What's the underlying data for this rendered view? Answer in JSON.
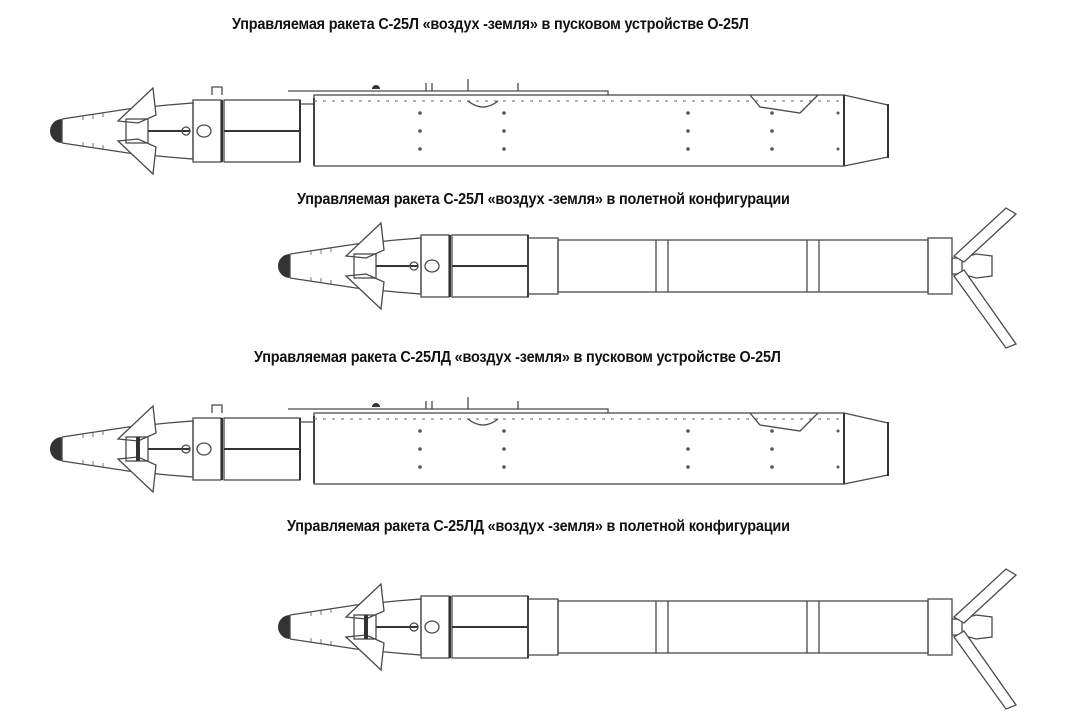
{
  "figure": {
    "panels": [
      {
        "id": "s25l-launcher",
        "caption": "Управляемая ракета С-25Л «воздух -земля» в пусковом устройстве О-25Л",
        "missile": "С-25Л",
        "configuration": "launcher",
        "launcher": "О-25Л"
      },
      {
        "id": "s25l-flight",
        "caption": "Управляемая ракета С-25Л «воздух -земля» в полетной конфигурации",
        "missile": "С-25Л",
        "configuration": "flight"
      },
      {
        "id": "s25ld-launcher",
        "caption": "Управляемая ракета С-25ЛД «воздух -земля» в пусковом устройстве О-25Л",
        "missile": "С-25ЛД",
        "configuration": "launcher",
        "launcher": "О-25Л"
      },
      {
        "id": "s25ld-flight",
        "caption": "Управляемая ракета С-25ЛД «воздух -земля» в полетной конфигурации",
        "missile": "С-25ЛД",
        "configuration": "flight"
      }
    ],
    "colors": {
      "background": "#ffffff",
      "line": "#4a4a4a",
      "text": "#111111"
    }
  }
}
